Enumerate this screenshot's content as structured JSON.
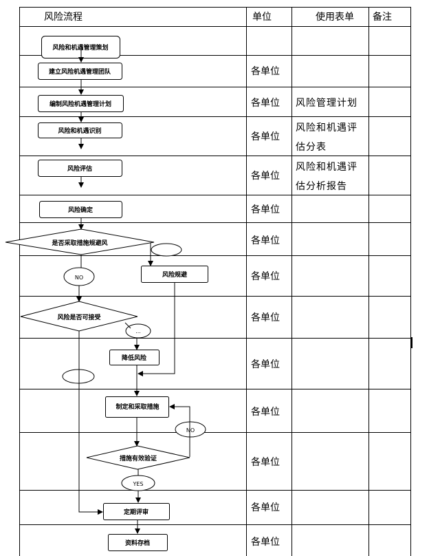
{
  "table": {
    "headers": {
      "process": "风险流程",
      "unit": "单位",
      "forms": "使用表单",
      "notes": "备注"
    },
    "unit_value": "各单位",
    "forms": {
      "row3": "风险管理计划",
      "row4": "风险和机遇评估分表",
      "row5": "风险和机遇评估分析报告"
    }
  },
  "flow": {
    "start": "风险和机遇管理策划",
    "team": "建立风险机遇管理团队",
    "plan": "编制风险机遇管理计划",
    "identify": "风险和机遇识别",
    "assess": "风险评估",
    "determine": "风险确定",
    "decision1": "是否采取措施规避风",
    "no1": "NO",
    "avoid": "风险规避",
    "decision2": "风险是否可接受",
    "yes_dots": "...",
    "analyze": "降低风险",
    "measures": "制定和采取措施",
    "no2": "NO",
    "verify": "措施有效验证",
    "yes": "YES",
    "review": "定期评审",
    "archive": "资料存档"
  }
}
